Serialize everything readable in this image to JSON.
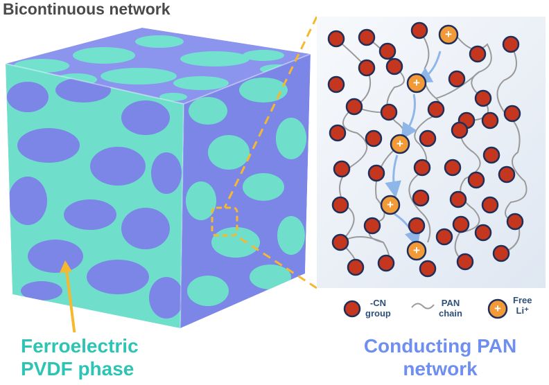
{
  "title": "Bicontinuous network",
  "legend": {
    "cn_group": [
      "-CN",
      "group"
    ],
    "pan_chain": [
      "PAN",
      "chain"
    ],
    "free_li": [
      "Free",
      "Li⁺"
    ]
  },
  "labels": {
    "ferroelectric": [
      "Ferroelectric",
      "PVDF phase"
    ],
    "conducting": [
      "Conducting PAN",
      "network"
    ]
  },
  "ion_symbol": "+",
  "colors": {
    "pvdf_phase": "#6fe0cc",
    "pan_phase": "#7b86e6",
    "cn_group": "#c5361f",
    "free_li": "#f29a38",
    "dash": "#f5b82e",
    "arrow": "#8fb6e8"
  }
}
